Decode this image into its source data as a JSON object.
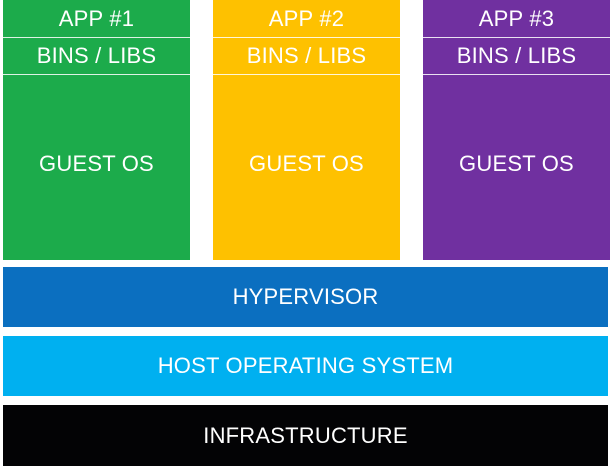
{
  "vms": [
    {
      "app": "APP #1",
      "bins": "BINS / LIBS",
      "guest": "GUEST OS",
      "color": "#1cab4b"
    },
    {
      "app": "APP #2",
      "bins": "BINS / LIBS",
      "guest": "GUEST OS",
      "color": "#fec100"
    },
    {
      "app": "APP #3",
      "bins": "BINS / LIBS",
      "guest": "GUEST OS",
      "color": "#7030a0"
    }
  ],
  "layers": {
    "hypervisor": {
      "label": "HYPERVISOR",
      "color": "#0b6fc0"
    },
    "host_os": {
      "label": "HOST OPERATING SYSTEM",
      "color": "#00b0f0"
    },
    "infrastructure": {
      "label": "INFRASTRUCTURE",
      "color": "#030305"
    }
  }
}
